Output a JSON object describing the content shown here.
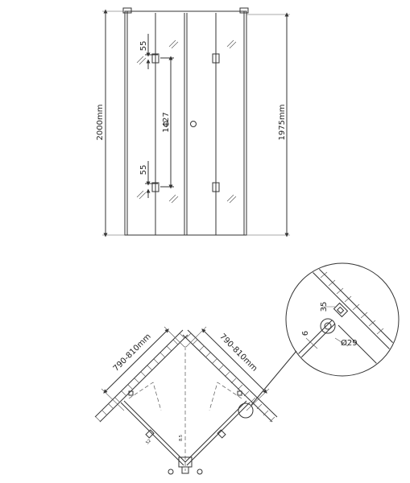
{
  "front_view": {
    "height_total": "2000mm",
    "height_door": "1975mm",
    "hinge_offset_top": "55",
    "hinge_offset_bottom": "55",
    "hinge_spacing": "1427"
  },
  "plan_view": {
    "width_left": "790-810mm",
    "width_right": "790-810mm"
  },
  "detail": {
    "dim_35": "35",
    "dim_6": "6",
    "dim_29": "Ø29"
  }
}
